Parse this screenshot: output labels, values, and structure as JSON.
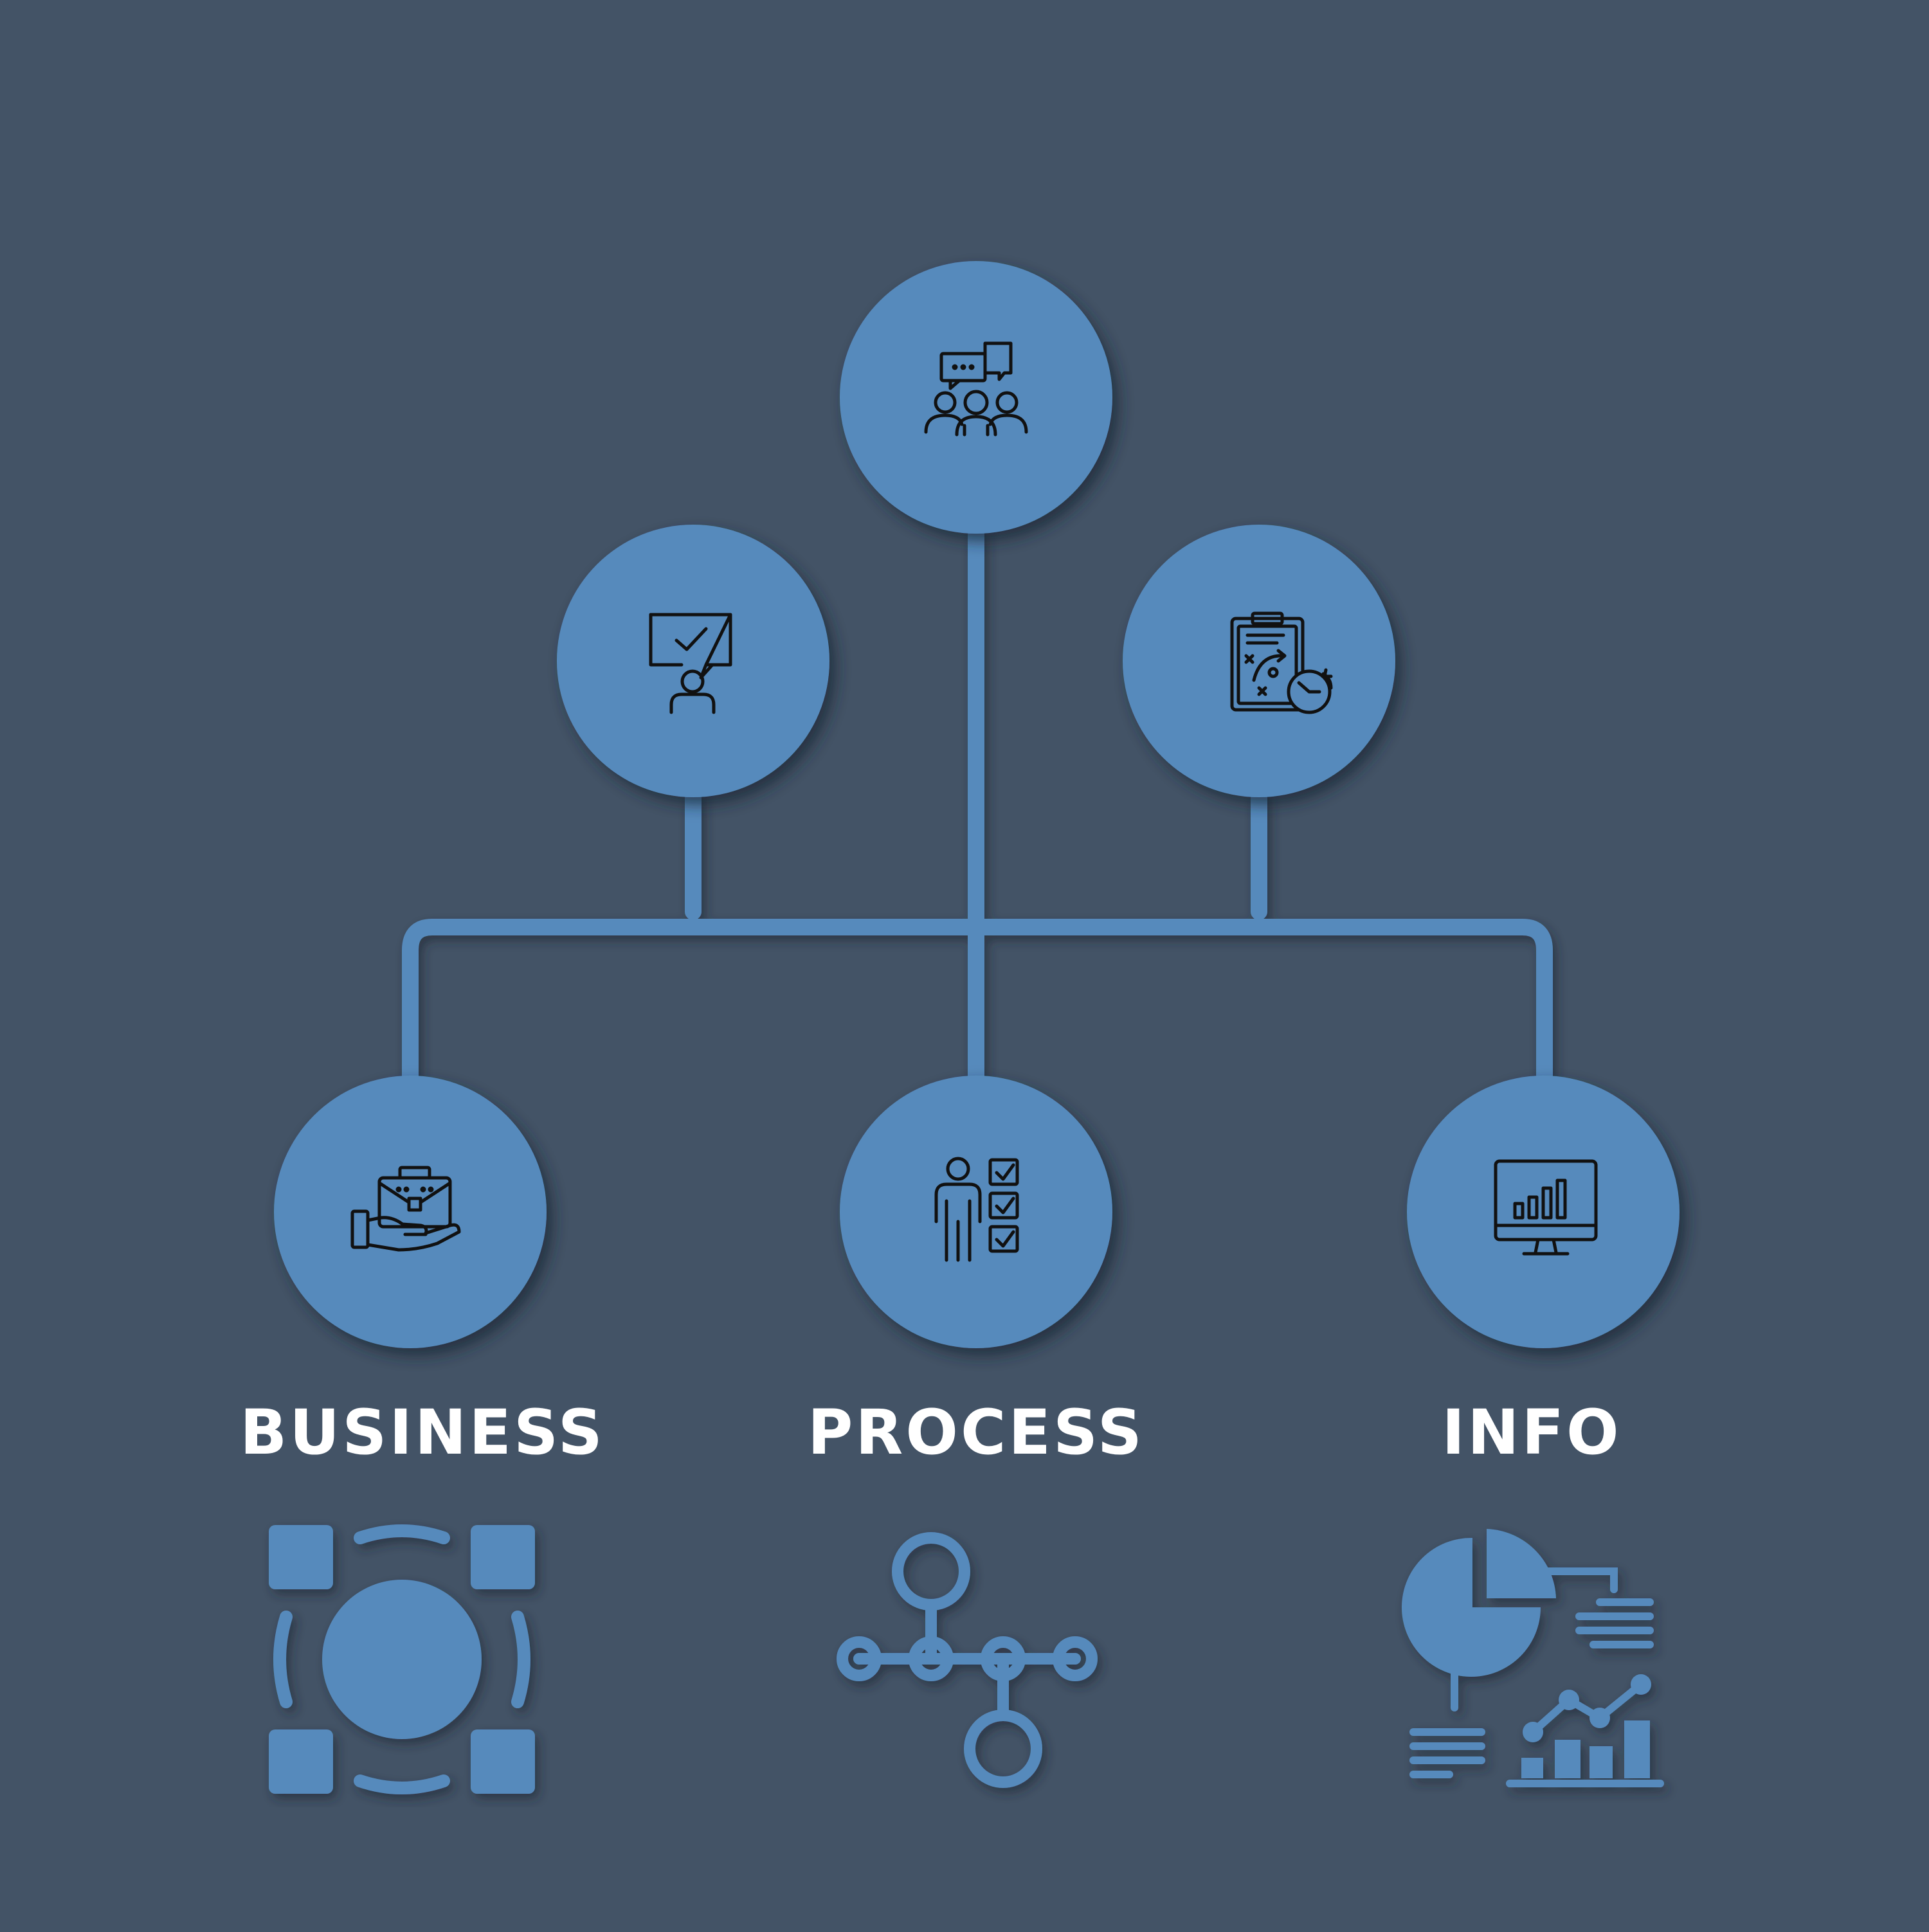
{
  "colors": {
    "background": "#435366",
    "accent": "#578ABC",
    "line_art": "#111111",
    "label_text": "#FFFFFF"
  },
  "nodes": {
    "top": {
      "icon": "team-discussion-icon"
    },
    "upper_left": {
      "icon": "presentation-approval-icon"
    },
    "upper_right": {
      "icon": "strategy-clipboard-clock-icon"
    },
    "bottom_left": {
      "icon": "hand-briefcase-icon"
    },
    "bottom_center": {
      "icon": "person-checklist-icon"
    },
    "bottom_right": {
      "icon": "monitor-bar-chart-icon"
    }
  },
  "labels": {
    "business": "BUSINESS",
    "process": "PROCESS",
    "info": "INFO"
  },
  "glyphs": {
    "business": "square-circle-frame-icon",
    "process": "node-network-icon",
    "info": "analytics-dashboard-icon"
  }
}
